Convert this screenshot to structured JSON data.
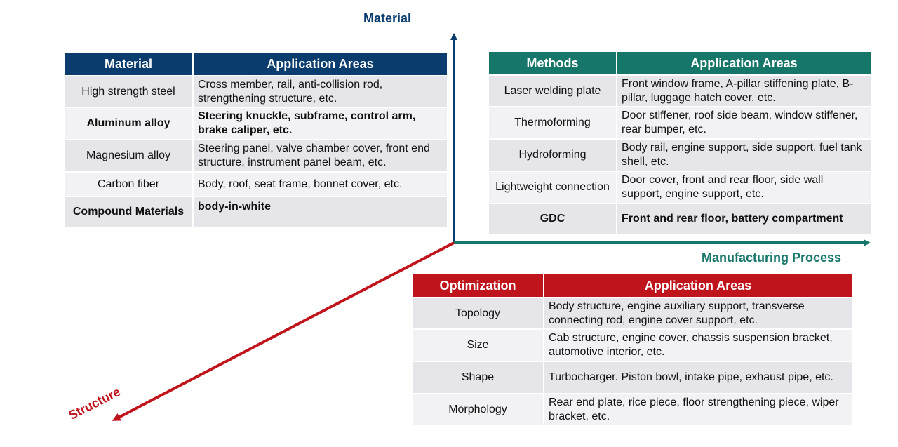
{
  "axes": {
    "material": "Material",
    "manufacturing": "Manufacturing Process",
    "structure": "Structure"
  },
  "colors": {
    "material": "#0b3c6e",
    "manufacturing": "#17766a",
    "structure": "#c0141c"
  },
  "material_table": {
    "headers": [
      "Material",
      "Application Areas"
    ],
    "rows": [
      {
        "name": "High strength steel",
        "areas": "Cross member, rail, anti-collision rod, strengthening structure, etc.",
        "bold": false
      },
      {
        "name": "Aluminum alloy",
        "areas": "Steering knuckle, subframe, control arm, brake caliper, etc.",
        "bold": true
      },
      {
        "name": "Magnesium alloy",
        "areas": "Steering panel, valve chamber cover, front end structure, instrument panel beam, etc.",
        "bold": false
      },
      {
        "name": "Carbon fiber",
        "areas": "Body, roof, seat frame, bonnet cover, etc.",
        "bold": false
      },
      {
        "name": "Compound Materials",
        "areas": "body-in-white",
        "bold": true
      }
    ]
  },
  "methods_table": {
    "headers": [
      "Methods",
      "Application Areas"
    ],
    "rows": [
      {
        "name": "Laser welding plate",
        "areas": "Front window frame, A-pillar stiffening plate, B-pillar, luggage hatch cover, etc.",
        "bold": false
      },
      {
        "name": "Thermoforming",
        "areas": "Door stiffener, roof side beam, window stiffener, rear bumper, etc.",
        "bold": false
      },
      {
        "name": "Hydroforming",
        "areas": "Body rail, engine support, side support, fuel tank shell, etc.",
        "bold": false
      },
      {
        "name": "Lightweight connection",
        "areas": "Door cover, front and rear floor, side wall support, engine support, etc.",
        "bold": false
      },
      {
        "name": "GDC",
        "areas": "Front and rear floor, battery compartment",
        "bold": true
      }
    ]
  },
  "optimization_table": {
    "headers": [
      "Optimization",
      "Application Areas"
    ],
    "rows": [
      {
        "name": "Topology",
        "areas": "Body structure, engine auxiliary support, transverse connecting rod, engine cover support, etc.",
        "bold": false
      },
      {
        "name": "Size",
        "areas": "Cab structure, engine cover, chassis suspension bracket, automotive interior, etc.",
        "bold": false
      },
      {
        "name": "Shape",
        "areas": "Turbocharger. Piston bowl, intake pipe, exhaust pipe, etc.",
        "bold": false
      },
      {
        "name": "Morphology",
        "areas": "Rear end plate, rice piece, floor strengthening piece, wiper bracket, etc.",
        "bold": false
      }
    ]
  }
}
